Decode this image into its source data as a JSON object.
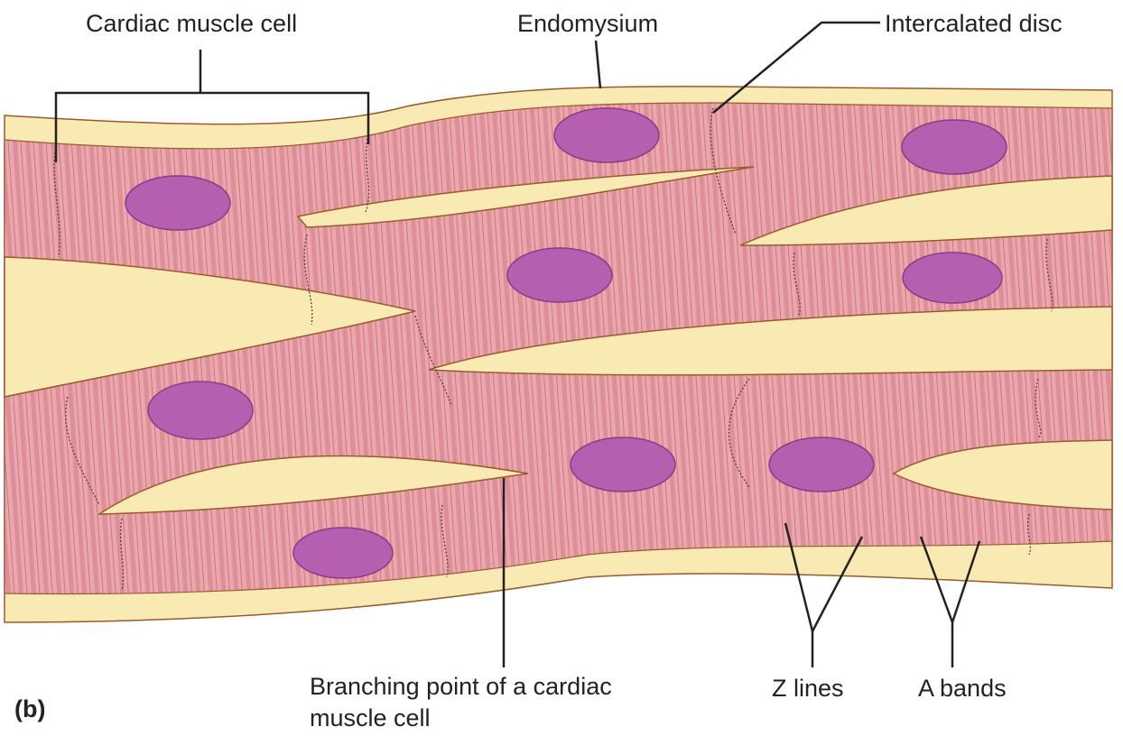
{
  "labels": {
    "cardiac_muscle_cell": "Cardiac muscle cell",
    "endomysium": "Endomysium",
    "intercalated_disc": "Intercalated disc",
    "branching_point_line1": "Branching point of a cardiac",
    "branching_point_line2": "muscle cell",
    "z_lines": "Z lines",
    "a_bands": "A bands",
    "panel": "(b)"
  },
  "colors": {
    "muscle": "#e8a3a8",
    "endomysium": "#f9e9b2",
    "nucleus": "#b65fb0",
    "striation": "#c9707a"
  }
}
